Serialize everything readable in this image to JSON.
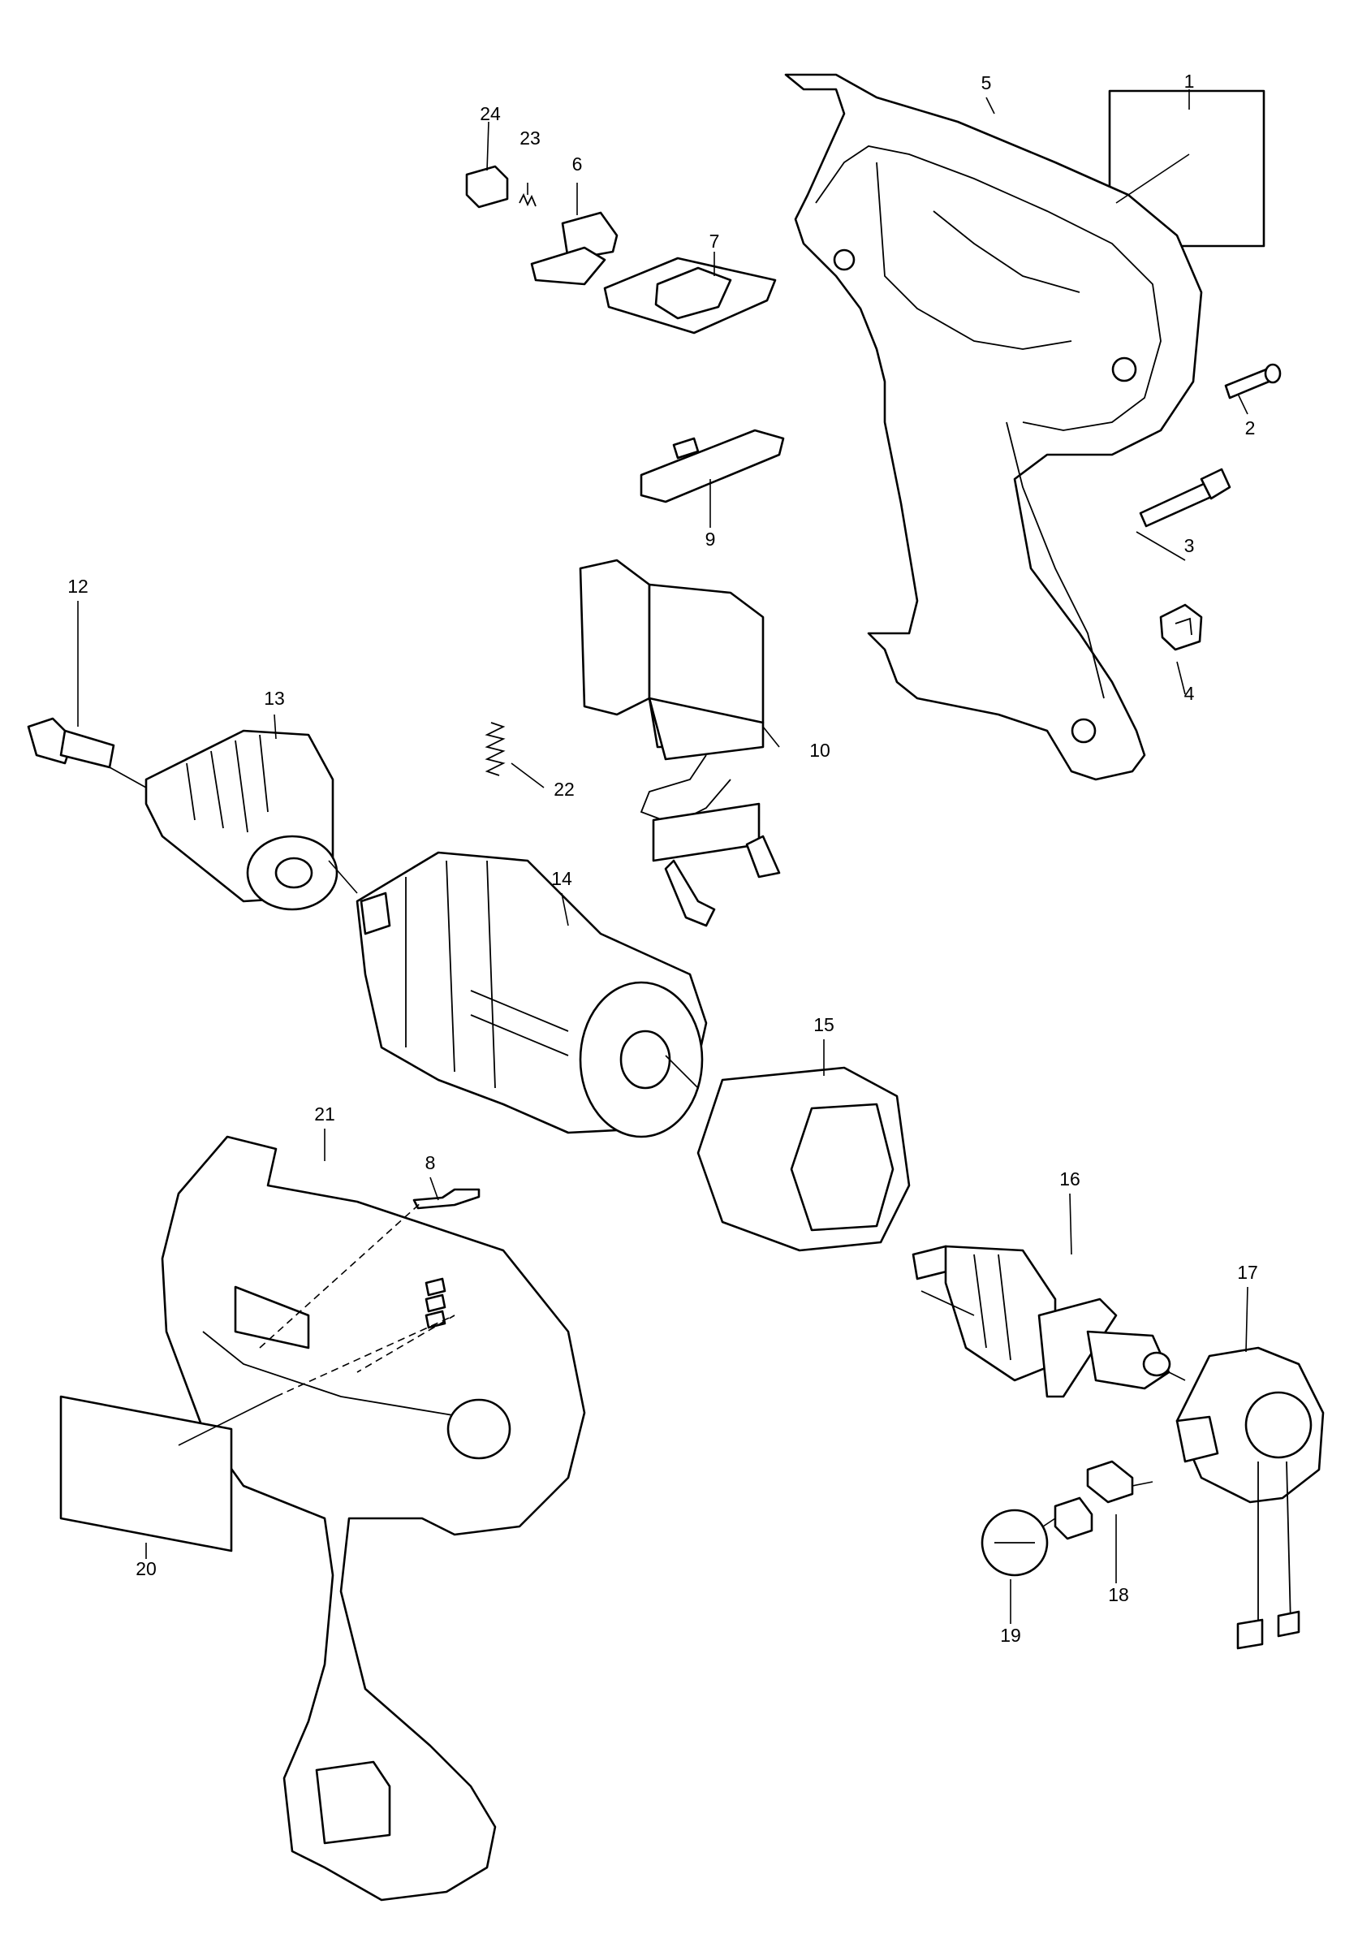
{
  "parts": [
    {
      "id": "1",
      "label": "1"
    },
    {
      "id": "2",
      "label": "2"
    },
    {
      "id": "3",
      "label": "3"
    },
    {
      "id": "4",
      "label": "4"
    },
    {
      "id": "5",
      "label": "5"
    },
    {
      "id": "6",
      "label": "6"
    },
    {
      "id": "7",
      "label": "7"
    },
    {
      "id": "8",
      "label": "8"
    },
    {
      "id": "9",
      "label": "9"
    },
    {
      "id": "10",
      "label": "10"
    },
    {
      "id": "12",
      "label": "12"
    },
    {
      "id": "13",
      "label": "13"
    },
    {
      "id": "14",
      "label": "14"
    },
    {
      "id": "15",
      "label": "15"
    },
    {
      "id": "16",
      "label": "16"
    },
    {
      "id": "17",
      "label": "17"
    },
    {
      "id": "18",
      "label": "18"
    },
    {
      "id": "19",
      "label": "19"
    },
    {
      "id": "20",
      "label": "20"
    },
    {
      "id": "21",
      "label": "21"
    },
    {
      "id": "22",
      "label": "22"
    },
    {
      "id": "23",
      "label": "23"
    },
    {
      "id": "24",
      "label": "24"
    }
  ]
}
